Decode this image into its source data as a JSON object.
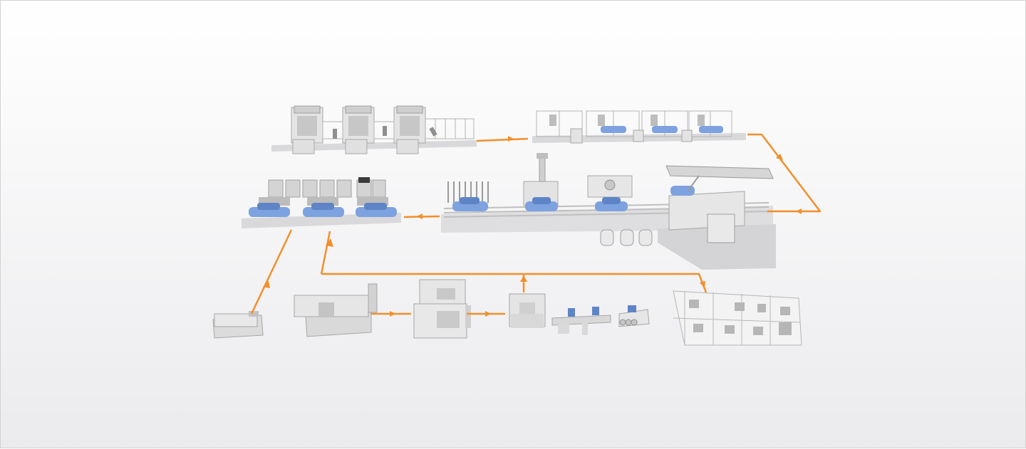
{
  "colors": {
    "flow": "#f28f2a",
    "car": "#7da2df",
    "car_dark": "#5f84c6",
    "machine_light": "#e6e6e6",
    "machine_mid": "#cfcfcf",
    "machine_dark": "#9d9d9d",
    "floor": "#d9d9db",
    "background_top": "#ffffff",
    "background_bottom": "#ebebee"
  },
  "stations": [
    {
      "id": "press-line",
      "kind": "press-line-icon"
    },
    {
      "id": "body-shop-welding",
      "kind": "welding-cell-icon"
    },
    {
      "id": "paint-shop",
      "kind": "paint-line-icon"
    },
    {
      "id": "final-assembly",
      "kind": "assembly-line-icon"
    },
    {
      "id": "injection-molding",
      "kind": "injection-molding-icon"
    },
    {
      "id": "die-casting",
      "kind": "die-casting-icon"
    },
    {
      "id": "cnc-machining",
      "kind": "cnc-machine-icon"
    },
    {
      "id": "component-assembly",
      "kind": "component-assembly-icon"
    },
    {
      "id": "robotic-cell",
      "kind": "robot-cell-icon"
    }
  ],
  "flows": [
    {
      "from": "press-line",
      "to": "body-shop-welding"
    },
    {
      "from": "body-shop-welding",
      "to": "paint-shop"
    },
    {
      "from": "paint-shop",
      "to": "final-assembly"
    },
    {
      "from": "injection-molding",
      "to": "final-assembly"
    },
    {
      "from": "die-casting",
      "to": "cnc-machining"
    },
    {
      "from": "cnc-machining",
      "to": "component-assembly"
    },
    {
      "from": "component-assembly",
      "to": "final-assembly"
    },
    {
      "from": "robotic-cell",
      "to": "final-assembly"
    }
  ]
}
